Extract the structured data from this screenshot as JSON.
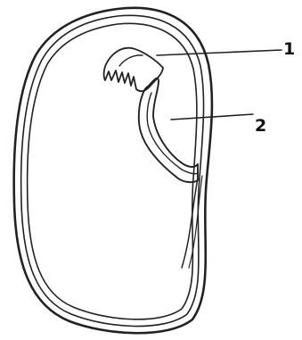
{
  "diagram": {
    "labels": [
      {
        "id": "1",
        "text": "1"
      },
      {
        "id": "2",
        "text": "2"
      }
    ]
  }
}
